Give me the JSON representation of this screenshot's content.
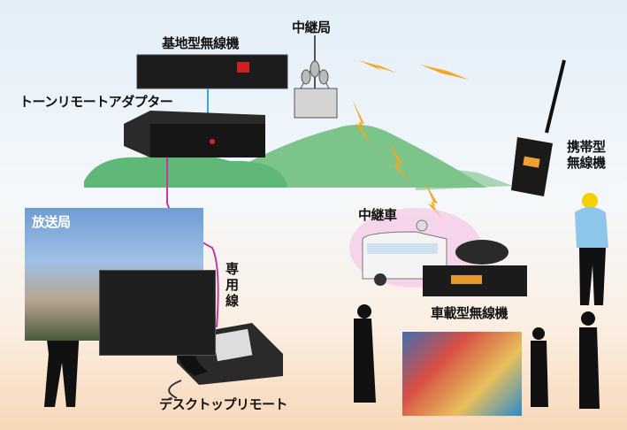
{
  "labels": {
    "base_radio": "基地型無線機",
    "repeater_station": "中継局",
    "tone_remote_adapter": "トーンリモートアダプター",
    "portable_radio_line1": "携帯型",
    "portable_radio_line2": "無線機",
    "broadcast_station": "放送局",
    "relay_vehicle": "中継車",
    "leased_line_1": "専",
    "leased_line_2": "用",
    "leased_line_3": "線",
    "mobile_radio": "車載型無線機",
    "desktop_remote": "デスクトップリモート"
  },
  "colors": {
    "mountain": "#7dc48a",
    "bolt": "#f5a623",
    "leased_line": "#c23a9e",
    "link_line": "#35a8d8"
  }
}
